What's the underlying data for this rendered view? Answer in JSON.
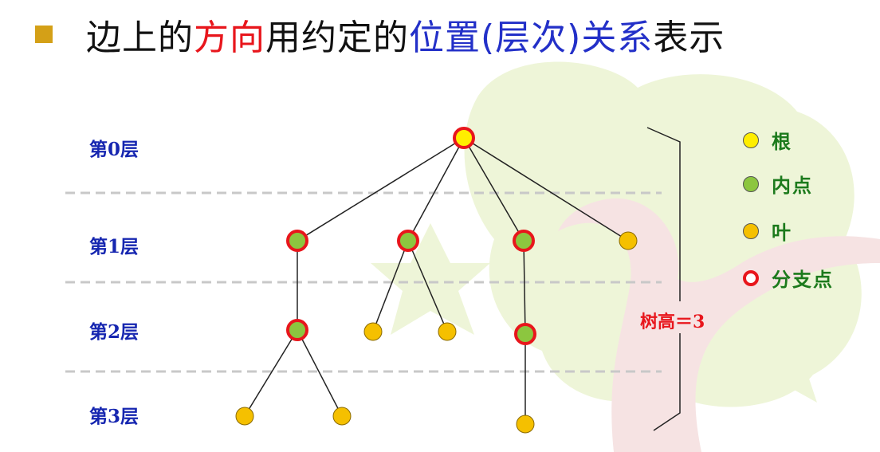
{
  "title": {
    "part1": "边上的",
    "part2": "方向",
    "part3": "用约定的",
    "part4": "位置(层次)关系",
    "part5": "表示"
  },
  "levels": [
    "第0层",
    "第1层",
    "第2层",
    "第3层"
  ],
  "tree_height_label": "树高＝3",
  "legend": [
    {
      "label": "根",
      "fill": "#ffee00",
      "ring": false
    },
    {
      "label": "内点",
      "fill": "#8cc63f",
      "ring": false
    },
    {
      "label": "叶",
      "fill": "#f5c000",
      "ring": false
    },
    {
      "label": "分支点",
      "fill": "#ffffff",
      "ring": true
    }
  ],
  "colors": {
    "root": "#ffee00",
    "internal": "#8cc63f",
    "leaf": "#f5c000",
    "branch_ring": "#e8161c",
    "edge": "#222222",
    "divider": "#c8c8c8",
    "bg_tree_green": "#eef5d8",
    "bg_tree_brown": "#f6e3e3"
  }
}
